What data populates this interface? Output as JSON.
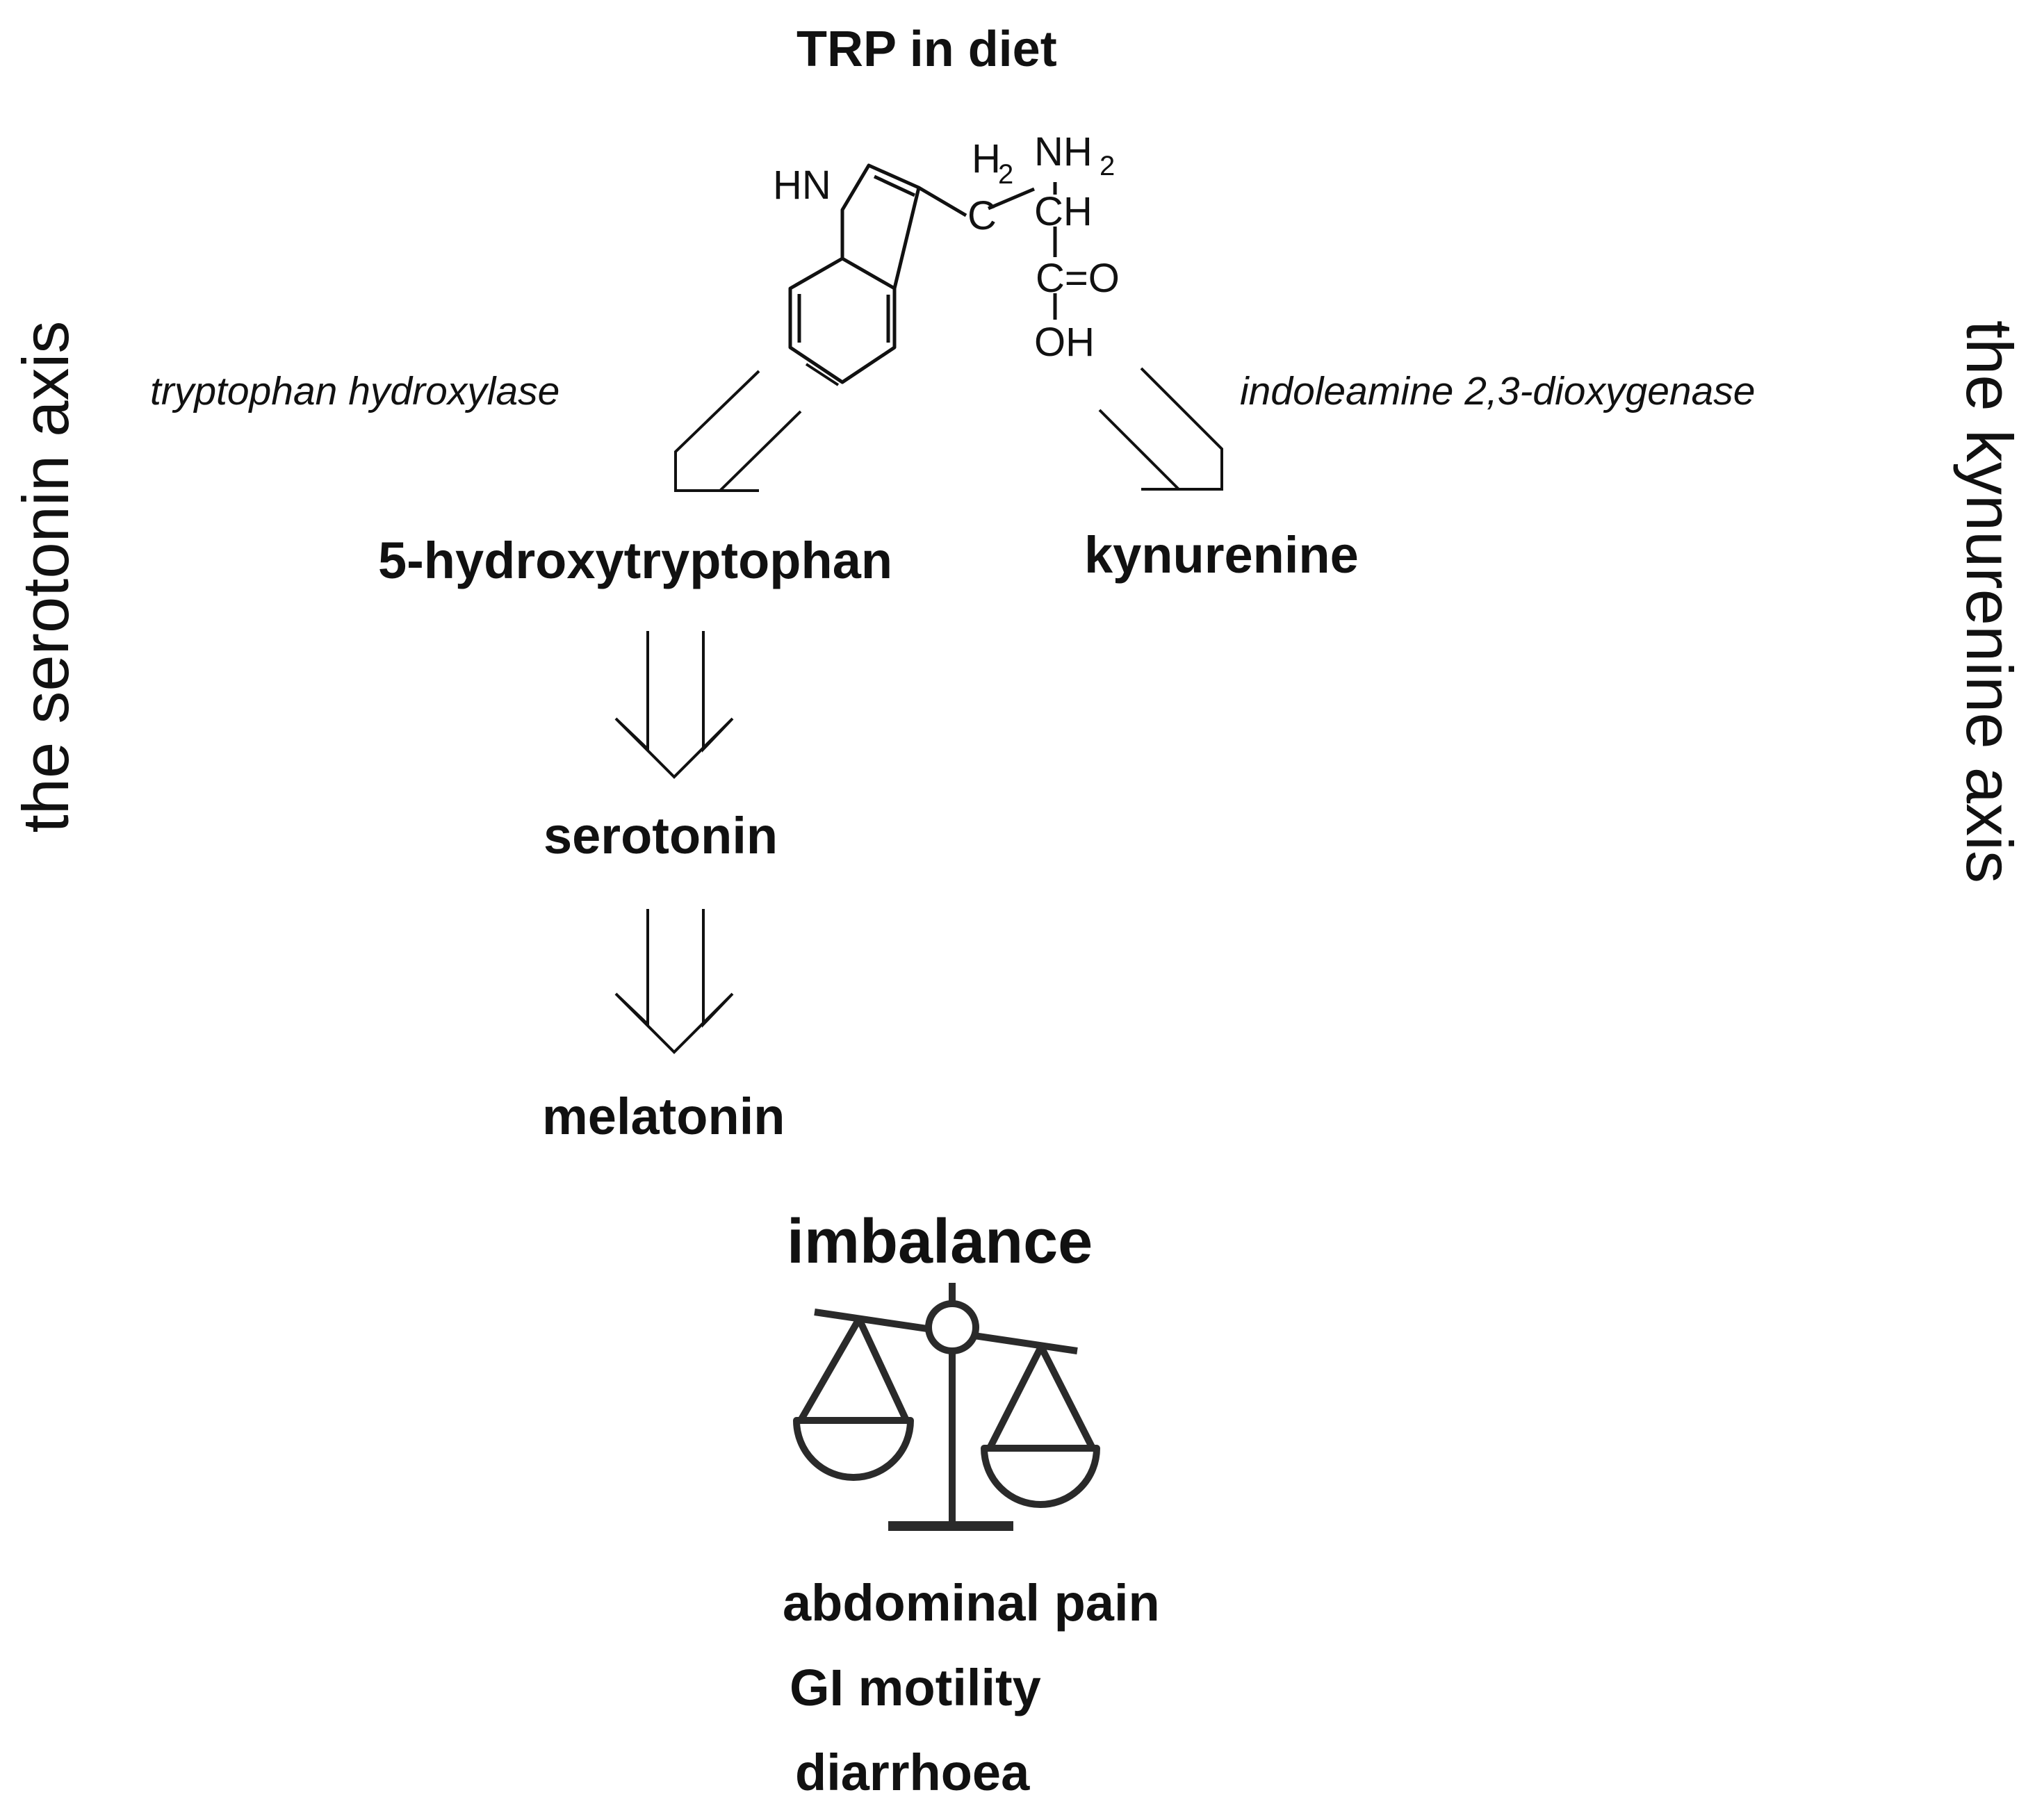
{
  "diagram": {
    "title": "TRP in diet",
    "molecule": {
      "labels": {
        "hn": "HN",
        "h2": "H",
        "h2_sub": "2",
        "c": "C",
        "nh2": "NH",
        "nh2_sub": "2",
        "ch": "CH",
        "co": "C=O",
        "oh": "OH"
      }
    },
    "enzymes": {
      "left": "tryptophan hydroxylase",
      "right": "indoleamine 2,3-dioxygenase"
    },
    "axes": {
      "left": "the serotonin axis",
      "right": "the kynurenine axis"
    },
    "nodes": {
      "hydroxytryptophan": "5-hydroxytryptophan",
      "kynurenine": "kynurenine",
      "serotonin": "serotonin",
      "melatonin": "melatonin"
    },
    "imbalance": "imbalance",
    "symptoms": [
      "abdominal pain",
      "GI motility",
      "diarrhoea"
    ],
    "colors": {
      "ink": "#111111",
      "scale": "#2a2a2a"
    }
  }
}
